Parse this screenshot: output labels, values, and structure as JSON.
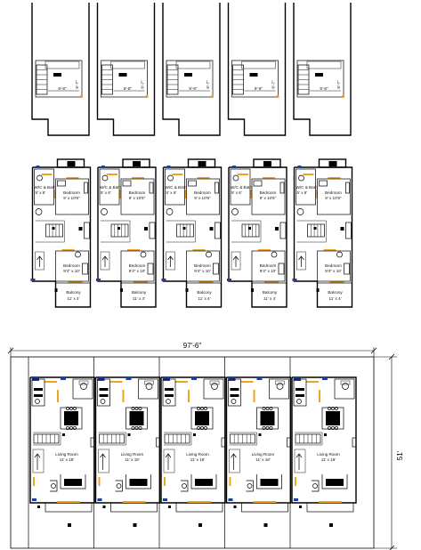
{
  "drawing": {
    "unit_count": 5,
    "floors": [
      {
        "id": "terrace",
        "stair_dimension": "9'-8\"",
        "stair_dimension_vertical": "6'-7\""
      },
      {
        "id": "first-floor",
        "rooms": [
          {
            "label": "W/C & Bath",
            "dim": "5' x 6'"
          },
          {
            "label": "Bedroom",
            "dim": "9' x 10'6\""
          },
          {
            "label": "Bedroom",
            "dim": "9'4\" x 10'"
          },
          {
            "label": "Balcony",
            "dim": "11' x 4'"
          }
        ]
      },
      {
        "id": "ground-floor",
        "rooms": [
          {
            "label": "Living Room",
            "dim": "11' x 18'"
          }
        ]
      }
    ],
    "overall_width": "97'-6\"",
    "overall_depth": "51'",
    "colors": {
      "line": "#000000",
      "door": "#f3a21c",
      "window": "#1c3f9c",
      "background": "#ffffff"
    }
  }
}
